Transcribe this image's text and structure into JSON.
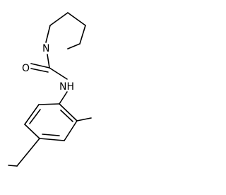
{
  "molecule": {
    "atoms": {
      "ring_nitrogen": "N",
      "carbonyl_oxygen": "O",
      "amide_nitrogen": "NH"
    }
  },
  "colors": {
    "bond": "#000000",
    "label": "#000000",
    "background": "#ffffff"
  }
}
